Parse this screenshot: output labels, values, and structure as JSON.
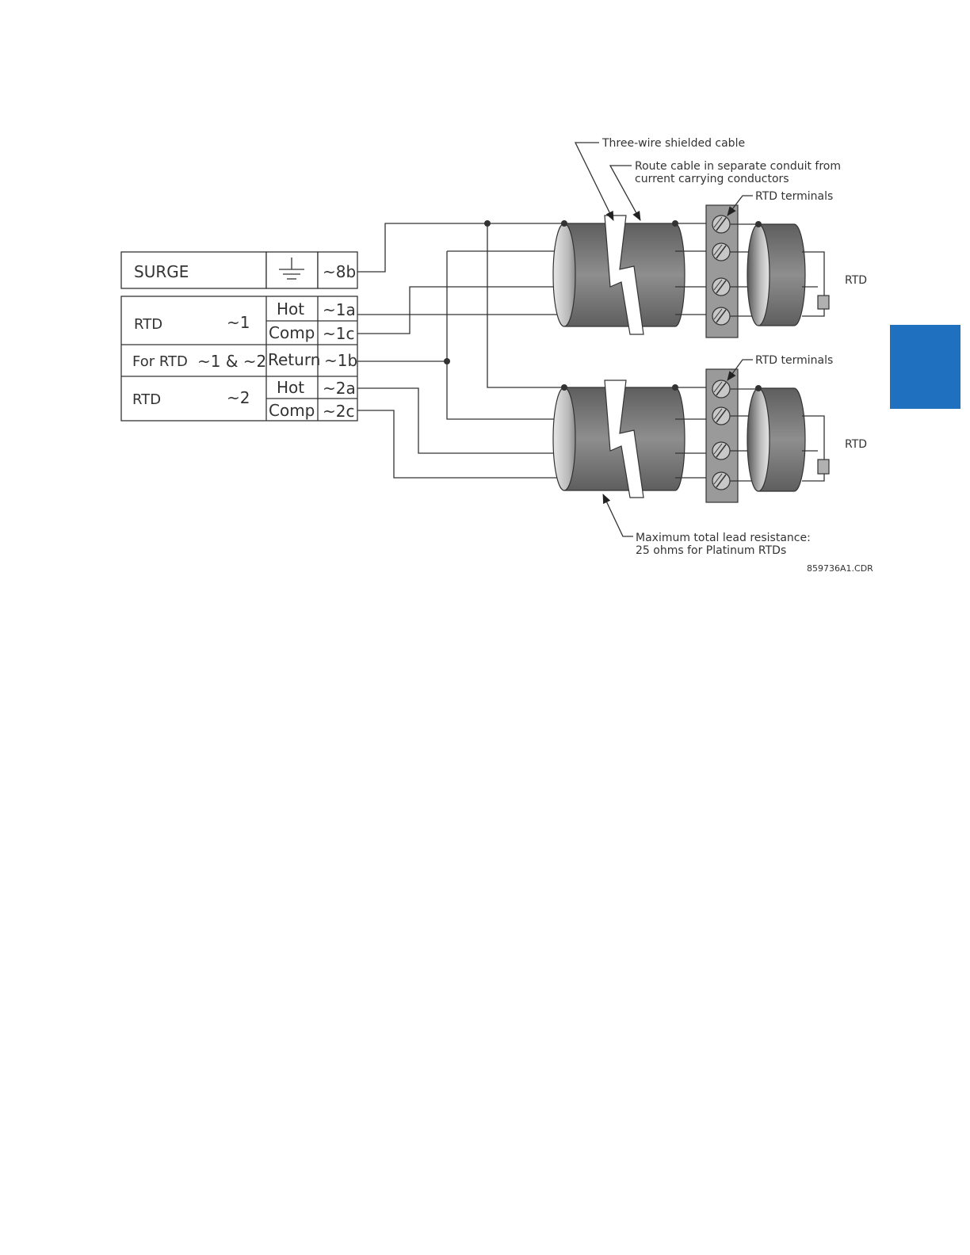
{
  "terminal_block": {
    "surge": {
      "label": "SURGE",
      "ground_icon": "ground-symbol",
      "terminal": "~8b"
    },
    "rtd1": {
      "label": "RTD",
      "number": "~1",
      "hot_label": "Hot",
      "hot_terminal": "~1a",
      "comp_label": "Comp",
      "comp_terminal": "~1c"
    },
    "return_row": {
      "label": "For RTD",
      "number": "~1 & ~2",
      "return_label": "Return",
      "return_terminal": "~1b"
    },
    "rtd2": {
      "label": "RTD",
      "number": "~2",
      "hot_label": "Hot",
      "hot_terminal": "~2a",
      "comp_label": "Comp",
      "comp_terminal": "~2c"
    }
  },
  "annotations": {
    "cable": "Three-wire shielded cable",
    "route_line1": "Route cable in separate conduit from",
    "route_line2": "current carrying conductors",
    "terminals_top": "RTD terminals",
    "terminals_bottom": "RTD terminals",
    "rtd_top": "RTD",
    "rtd_bottom": "RTD",
    "resistance_line1": "Maximum total lead resistance:",
    "resistance_line2": "25 ohms for Platinum RTDs",
    "figure_id": "859736A1.CDR"
  },
  "colors": {
    "side_tab": "#2070c0",
    "line": "#333333",
    "cable_dark": "#707070",
    "cable_light": "#d4d4d4",
    "terminal_strip": "#9a9a9a"
  }
}
